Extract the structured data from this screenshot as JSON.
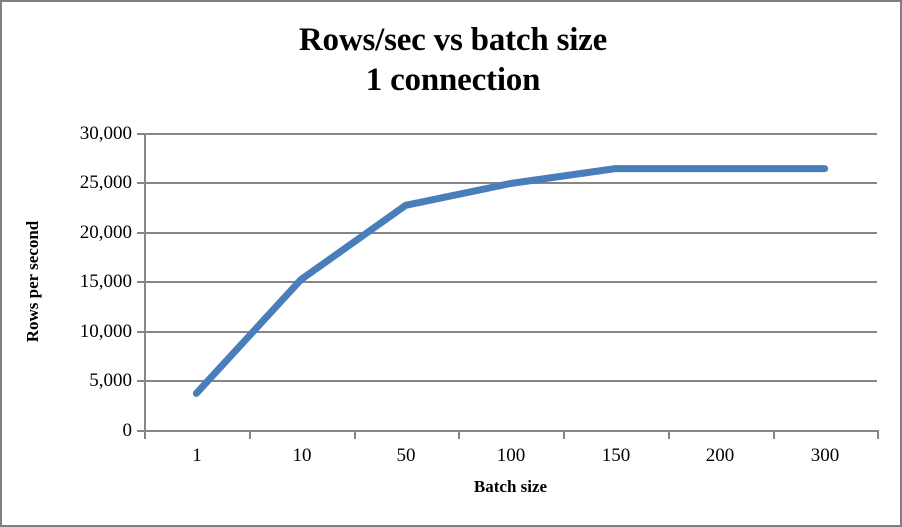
{
  "chart_data": {
    "type": "line",
    "title": "Rows/sec vs batch size",
    "subtitle": "1 connection",
    "title_lines": [
      "Rows/sec vs batch size",
      "1 connection"
    ],
    "xlabel": "Batch size",
    "ylabel": "Rows per second",
    "categories": [
      "1",
      "10",
      "50",
      "100",
      "150",
      "200",
      "300"
    ],
    "values": [
      3700,
      15200,
      22700,
      24900,
      26400,
      26400,
      26400
    ],
    "series": [
      {
        "name": "Rows per second",
        "color": "#4A7EBB",
        "values": [
          3700,
          15200,
          22700,
          24900,
          26400,
          26400,
          26400
        ]
      }
    ],
    "ylim": [
      0,
      30000
    ],
    "y_ticks": [
      0,
      5000,
      10000,
      15000,
      20000,
      25000,
      30000
    ],
    "y_tick_labels": [
      "0",
      "5,000",
      "10,000",
      "15,000",
      "20,000",
      "25,000",
      "30,000"
    ],
    "x_tick_labels": [
      "1",
      "10",
      "50",
      "100",
      "150",
      "200",
      "300"
    ],
    "grid": "horizontal",
    "legend": "none",
    "colors": {
      "series_line": "#4A7EBB",
      "gridline": "#868686",
      "axis": "#868686",
      "border": "#808080",
      "background": "#FFFFFF",
      "text": "#000000"
    }
  }
}
